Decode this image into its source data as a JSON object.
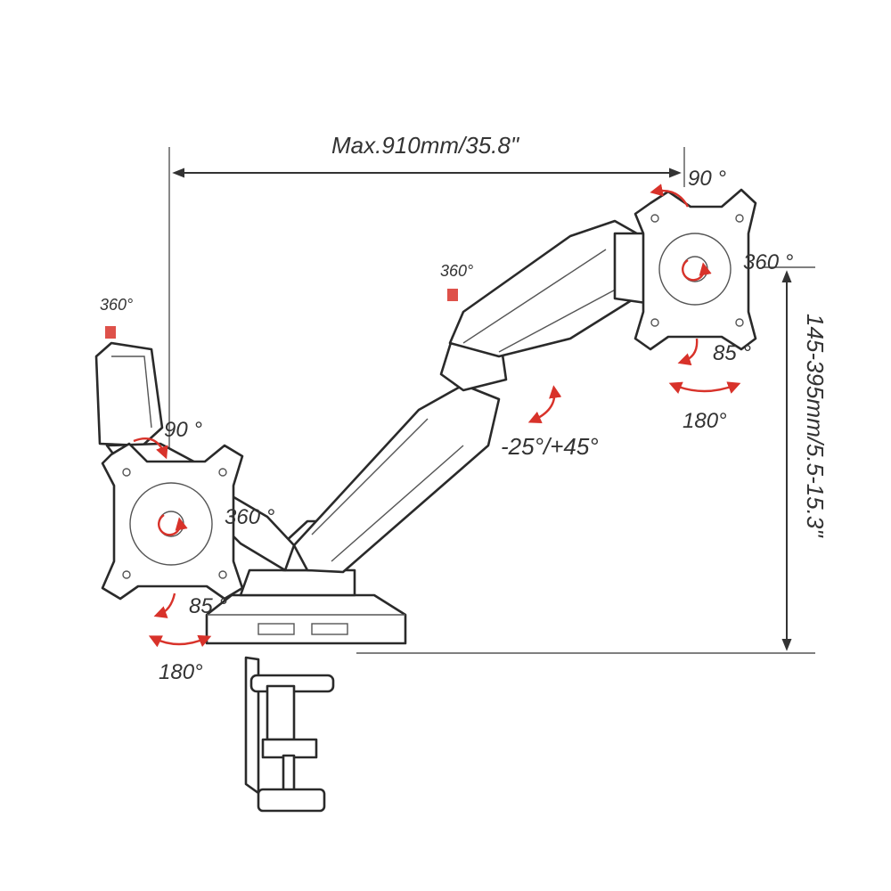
{
  "dimensions": {
    "max_reach": "Max.910mm/35.8\"",
    "height_range": "145-395mm/5.5-15.3\""
  },
  "left_arm": {
    "top_rotation": "360°",
    "tilt_up": "90 °",
    "swivel": "360 °",
    "tilt_down": "85 °",
    "pan": "180°"
  },
  "right_arm": {
    "tilt_up": "90 °",
    "swivel": "360 °",
    "tilt_down": "85 °",
    "pan": "180°"
  },
  "middle_joint": {
    "rotation": "360°",
    "angle_range": "-25°/+45°"
  },
  "colors": {
    "line": "#333333",
    "arrow": "#d8322a"
  }
}
